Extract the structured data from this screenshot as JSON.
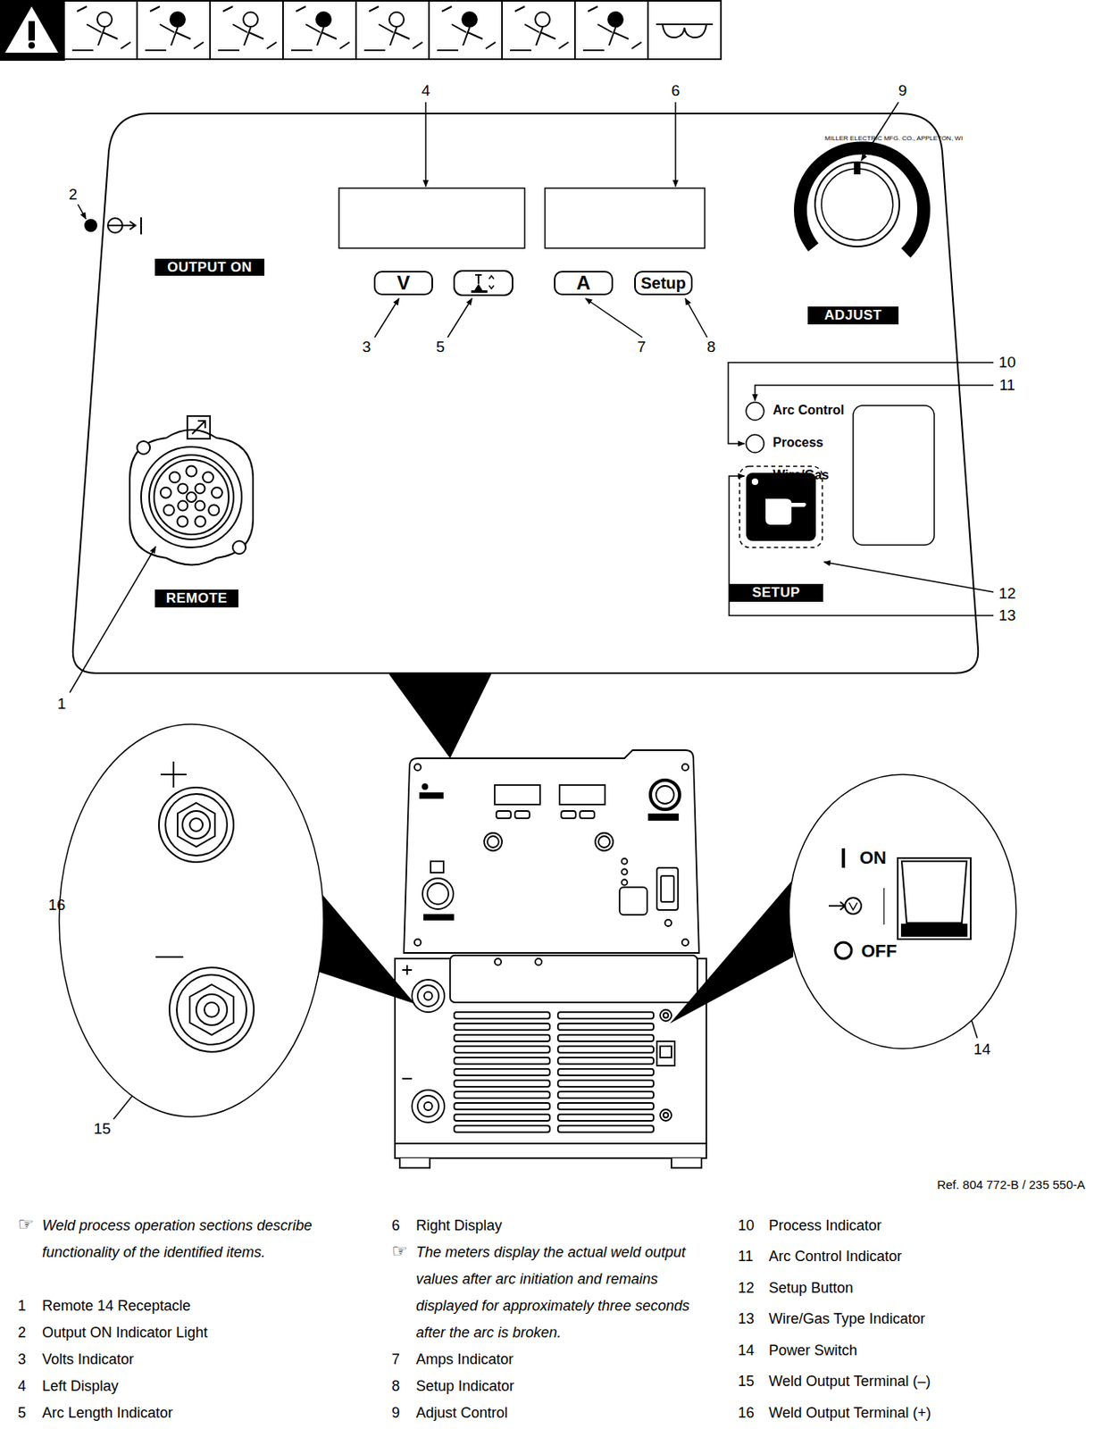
{
  "diagram": {
    "nodes": [
      {
        "text": [
          "OUTPUT ON"
        ]
      },
      {
        "text": [
          "V"
        ]
      },
      {
        "text": [
          "A"
        ]
      },
      {
        "text": [
          "Setup"
        ]
      },
      {
        "text": [
          "ADJUST"
        ]
      },
      {
        "text": [
          "REMOTE"
        ]
      },
      {
        "text": [
          "SETUP"
        ]
      }
    ],
    "labels": [
      "4",
      "6",
      "9",
      "2",
      "MILLER ELECTRIC MFG. CO., APPLETON, WI",
      "3",
      "5",
      "7",
      "8",
      "10",
      "11",
      "Arc Control",
      "Process",
      "Wire/Gas",
      "12",
      "13",
      "1",
      "16",
      "ON",
      "OFF",
      "14",
      "15",
      "Ref. 804 772-B / 235 550-A",
      "☞",
      "Weld process operation sections describe functionality of the identified items.",
      "1",
      "Remote 14 Receptacle",
      "2",
      "Output ON Indicator Light",
      "3",
      "Volts Indicator",
      "4",
      "Left Display",
      "5",
      "Arc Length Indicator",
      "6",
      "Right Display",
      "☞",
      "The meters display the actual weld output values after arc initiation and remains displayed for approximately three seconds after the arc is broken.",
      "7",
      "Amps Indicator",
      "8",
      "Setup Indicator",
      "9",
      "Adjust Control",
      "10",
      "Process Indicator",
      "11",
      "Arc Control Indicator",
      "12",
      "Setup Button",
      "13",
      "Wire/Gas Type Indicator",
      "14",
      "Power Switch",
      "15",
      "Weld Output Terminal (–)",
      "16",
      "Weld Output Terminal (+)"
    ]
  }
}
